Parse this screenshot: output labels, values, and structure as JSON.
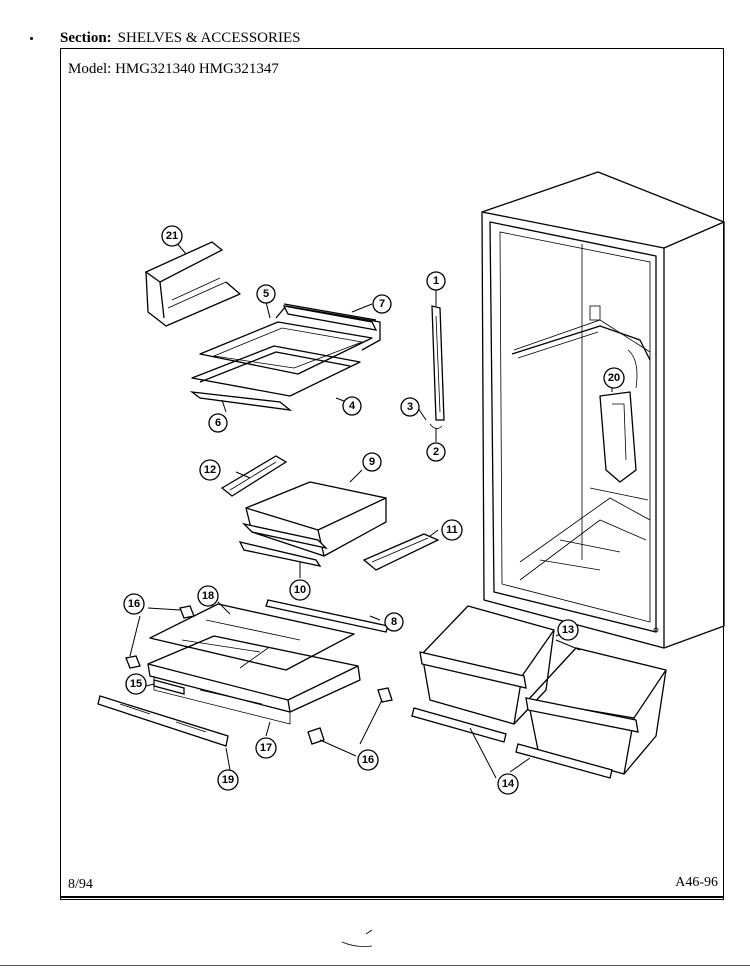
{
  "header": {
    "section_label": "Section:",
    "section_value": "SHELVES & ACCESSORIES",
    "model_label": "Model:",
    "model_values": "HMG321340  HMG321347"
  },
  "footer": {
    "date": "8/94",
    "code": "A46-96"
  },
  "callouts": [
    "1",
    "2",
    "3",
    "4",
    "5",
    "6",
    "7",
    "8",
    "9",
    "10",
    "11",
    "12",
    "13",
    "14",
    "15",
    "16",
    "17",
    "18",
    "19",
    "20",
    "21"
  ]
}
